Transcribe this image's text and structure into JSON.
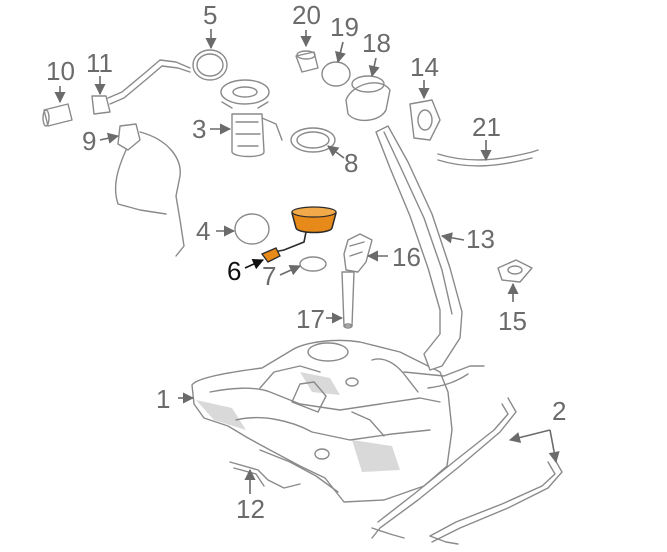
{
  "highlight_color": "#e88a1a",
  "callouts": {
    "c1": "1",
    "c2": "2",
    "c3": "3",
    "c4": "4",
    "c5": "5",
    "c6": "6",
    "c7": "7",
    "c8": "8",
    "c9": "9",
    "c10": "10",
    "c11": "11",
    "c12": "12",
    "c13": "13",
    "c14": "14",
    "c15": "15",
    "c16": "16",
    "c17": "17",
    "c18": "18",
    "c19": "19",
    "c20": "20",
    "c21": "21"
  }
}
